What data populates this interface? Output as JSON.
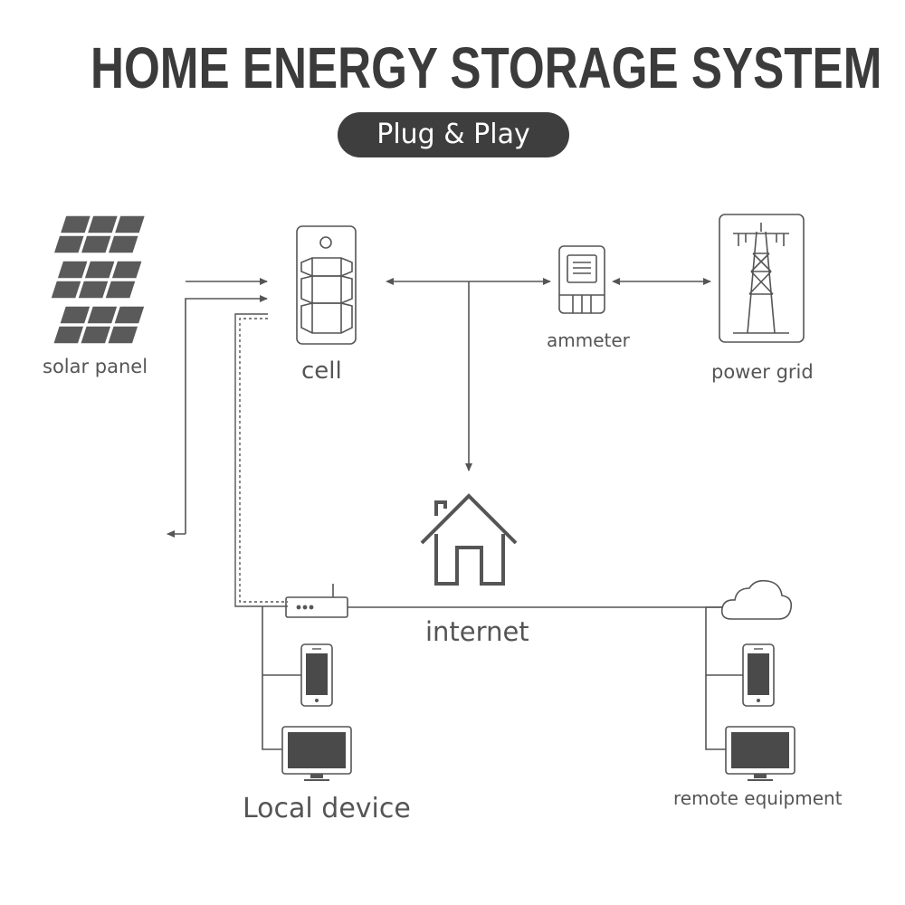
{
  "header": {
    "title": "HOME ENERGY STORAGE SYSTEM",
    "subtitle": "Plug & Play"
  },
  "labels": {
    "solar_panel": "solar panel",
    "cell": "cell",
    "ammeter": "ammeter",
    "power_grid": "power grid",
    "internet": "internet",
    "local_device": "Local device",
    "remote_equipment": "remote equipment"
  },
  "colors": {
    "title": "#3b3b3b",
    "pill_bg": "#3e3e3e",
    "line": "#555555",
    "device_fill": "#4a4a4a"
  },
  "icons": [
    "solar-panel-icon",
    "battery-cell-icon",
    "ammeter-icon",
    "power-tower-icon",
    "house-icon",
    "router-icon",
    "cloud-icon",
    "phone-icon",
    "monitor-icon"
  ]
}
